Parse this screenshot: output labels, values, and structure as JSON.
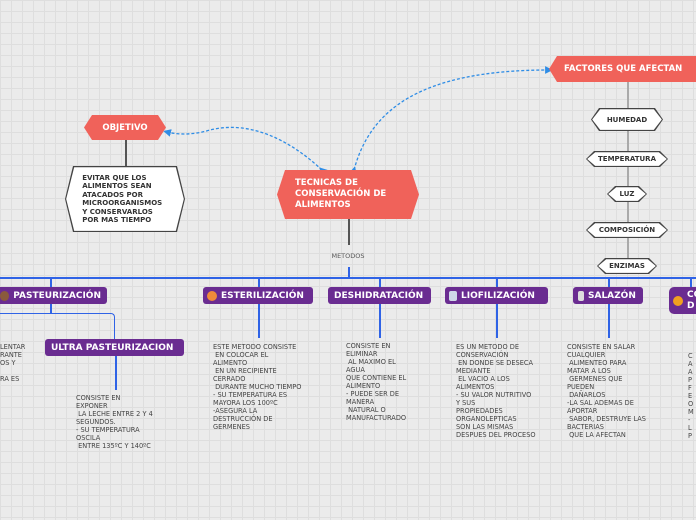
{
  "central": {
    "title": "TECNICAS DE CONSERVACIÓN DE ALIMENTOS",
    "link_label": "METODOS"
  },
  "objetivo": {
    "title": "OBJETIVO",
    "text": "EVITAR QUE LOS\nALIMENTOS SEAN\nATACADOS POR\nMICROORGANISMOS\nY CONSERVARLOS\nPOR MAS TIEMPO"
  },
  "factores": {
    "title": "FACTORES QUE AFECTAN",
    "items": [
      "HUMEDAD",
      "TEMPERATURA",
      "LUZ",
      "COMPOSICIÓN",
      "ENZIMAS"
    ]
  },
  "methods": [
    {
      "label": "PASTEURIZACIÓN",
      "icon": "coffee-icon",
      "text": "LENTAR\nRANTE\nOS Y\n\nRA ES"
    },
    {
      "label": "ESTERILIZACIÓN",
      "icon": "peach-icon",
      "text": "ESTE METODO CONSISTE\n EN COLOCAR EL\nALIMENTO\n EN UN RECIPIENTE\nCERRADO\n DURANTE MUCHO TIEMPO\n- SU TEMPERATURA ES\nMAYORA LOS 100ºC\n-ASEGURA LA\nDESTRUCCIÓN DE\nGERMENES"
    },
    {
      "label": "DESHIDRATACIÓN",
      "text": "CONSISTE EN\nELIMINAR\n AL MAXIMO EL\nAGUA\nQUE CONTIENE EL\nALIMENTO\n- PUEDE SER DE\nMANERA\n NATURAL O\nMANUFACTURADO"
    },
    {
      "label": "LIOFILIZACIÓN",
      "icon": "baby-bottle-icon",
      "text": "ES UN METODO DE\nCONSERVACIÓN\n EN DONDE SE DESECA\nMEDIANTE\n EL VACIO A LOS\nALIMENTOS\n- SU VALOR NUTRITIVO\nY SUS\nPROPIEDADES\nORGANOLEPTICAS\nSON LAS MISMAS\nDESPUES DEL PROCESO"
    },
    {
      "label": "SALAZÓN",
      "icon": "salt-shaker-icon",
      "text": "CONSISTE EN SALAR\nCUALQUIER\n ALIMENTEO PARA\nMATAR A LOS\n GERMENES QUE\nPUEDEN\n DAÑARLOS\n-LA SAL ADEMAS DE\nAPORTAR\n SABOR, DESTRUYE LAS\nBACTERIAS\n QUE LA AFECTAN"
    },
    {
      "label": "CO\nD",
      "icon": "honey-pot-icon",
      "text": "C\nA\nA\nP\nF\nE\nO\nM\n-\nL\nP"
    }
  ],
  "ultra": {
    "label": "ULTRA PASTEURIZACION",
    "text": "CONSISTE EN\nEXPONER\n LA LECHE ENTRE 2 Y 4\nSEGUNDOS.\n- SU TEMPERATURA\nOSCILA\n ENTRE 135ºC Y 140ºC"
  },
  "colors": {
    "central": "#f0625a",
    "method": "#6a2c91",
    "connector": "#2f63e6"
  }
}
